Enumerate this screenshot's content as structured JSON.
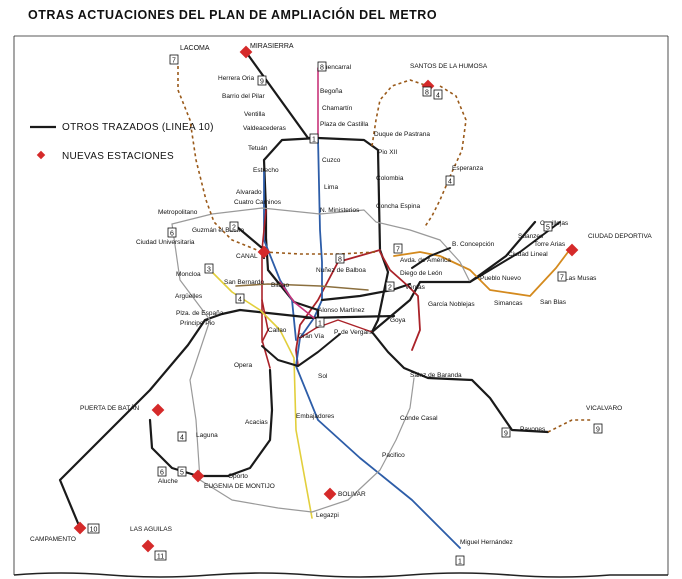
{
  "title": "OTRAS ACTUACIONES DEL PLAN DE AMPLIACIÓN DEL METRO",
  "legend": {
    "line_label": "OTROS TRAZADOS (LINEA 10)",
    "station_label": "NUEVAS ESTACIONES"
  },
  "colors": {
    "black": "#1a1a1a",
    "line1": "#2d5da8",
    "line2": "#aa2229",
    "line3": "#e2cf3c",
    "line4": "#8b6f3e",
    "line6": "#9a9a9a",
    "line7": "#d48a1e",
    "line8": "#c8347a",
    "new_station": "#d52a2a",
    "dashed": "#9a5a1a"
  },
  "stations": [
    {
      "name": "LACOMA"
    },
    {
      "name": "MIRASIERRA"
    },
    {
      "name": "Herrera Oria"
    },
    {
      "name": "Barrio del Pilar"
    },
    {
      "name": "Ventilla"
    },
    {
      "name": "Valdeacederas"
    },
    {
      "name": "Tetuán"
    },
    {
      "name": "Fuencarral"
    },
    {
      "name": "Begoña"
    },
    {
      "name": "Chamartín"
    },
    {
      "name": "Plaza de Castilla"
    },
    {
      "name": "Duque de Pastrana"
    },
    {
      "name": "Pio XII"
    },
    {
      "name": "SANTOS DE LA HUMOSA"
    },
    {
      "name": "Esperanza"
    },
    {
      "name": "Estrecho"
    },
    {
      "name": "Cuzco"
    },
    {
      "name": "Colombia"
    },
    {
      "name": "Lima"
    },
    {
      "name": "Alvarado"
    },
    {
      "name": "Cuatro Caminos"
    },
    {
      "name": "Concha Espina"
    },
    {
      "name": "N. Ministerios"
    },
    {
      "name": "Metropolitano"
    },
    {
      "name": "Guzmán el Bueno"
    },
    {
      "name": "Canillejas"
    },
    {
      "name": "Torre Arias"
    },
    {
      "name": "Ciudad Universitaria"
    },
    {
      "name": "Suanzes"
    },
    {
      "name": "B. Concepción"
    },
    {
      "name": "CIUDAD DEPORTIVA"
    },
    {
      "name": "CANAL"
    },
    {
      "name": "Avda. de América"
    },
    {
      "name": "Ciudad Lineal"
    },
    {
      "name": "Moncloa"
    },
    {
      "name": "Nuñez de Balboa"
    },
    {
      "name": "Diego de León"
    },
    {
      "name": "Pueblo Nuevo"
    },
    {
      "name": "Las Musas"
    },
    {
      "name": "San Bernardo"
    },
    {
      "name": "Bilbao"
    },
    {
      "name": "Ventas"
    },
    {
      "name": "Argüelles"
    },
    {
      "name": "García Noblejas"
    },
    {
      "name": "San Blas"
    },
    {
      "name": "Simancas"
    },
    {
      "name": "Plza. de España"
    },
    {
      "name": "Alonso Martinez"
    },
    {
      "name": "Principe Pio"
    },
    {
      "name": "P. de Vergara"
    },
    {
      "name": "Goya"
    },
    {
      "name": "Callao"
    },
    {
      "name": "Gran Vía"
    },
    {
      "name": "Opera"
    },
    {
      "name": "Sol"
    },
    {
      "name": "Sainz de Baranda"
    },
    {
      "name": "PUERTA DE BATÁN"
    },
    {
      "name": "Embajadores"
    },
    {
      "name": "Conde Casal"
    },
    {
      "name": "Acacias"
    },
    {
      "name": "Pavones"
    },
    {
      "name": "VICALVARO"
    },
    {
      "name": "Laguna"
    },
    {
      "name": "Pacifico"
    },
    {
      "name": "Aluche"
    },
    {
      "name": "EUGENIA DE MONTIJO"
    },
    {
      "name": "Oporto"
    },
    {
      "name": "BOLIVAR"
    },
    {
      "name": "LAS AGUILAS"
    },
    {
      "name": "Legazpi"
    },
    {
      "name": "CAMPAMENTO"
    },
    {
      "name": "Miguel Hernández"
    }
  ],
  "line_badges": [
    "7",
    "9",
    "8",
    "8",
    "4",
    "1",
    "4",
    "5",
    "2",
    "6",
    "7",
    "3",
    "7",
    "8",
    "4",
    "2",
    "1",
    "4",
    "9",
    "9",
    "5",
    "6",
    "10",
    "11",
    "1"
  ]
}
